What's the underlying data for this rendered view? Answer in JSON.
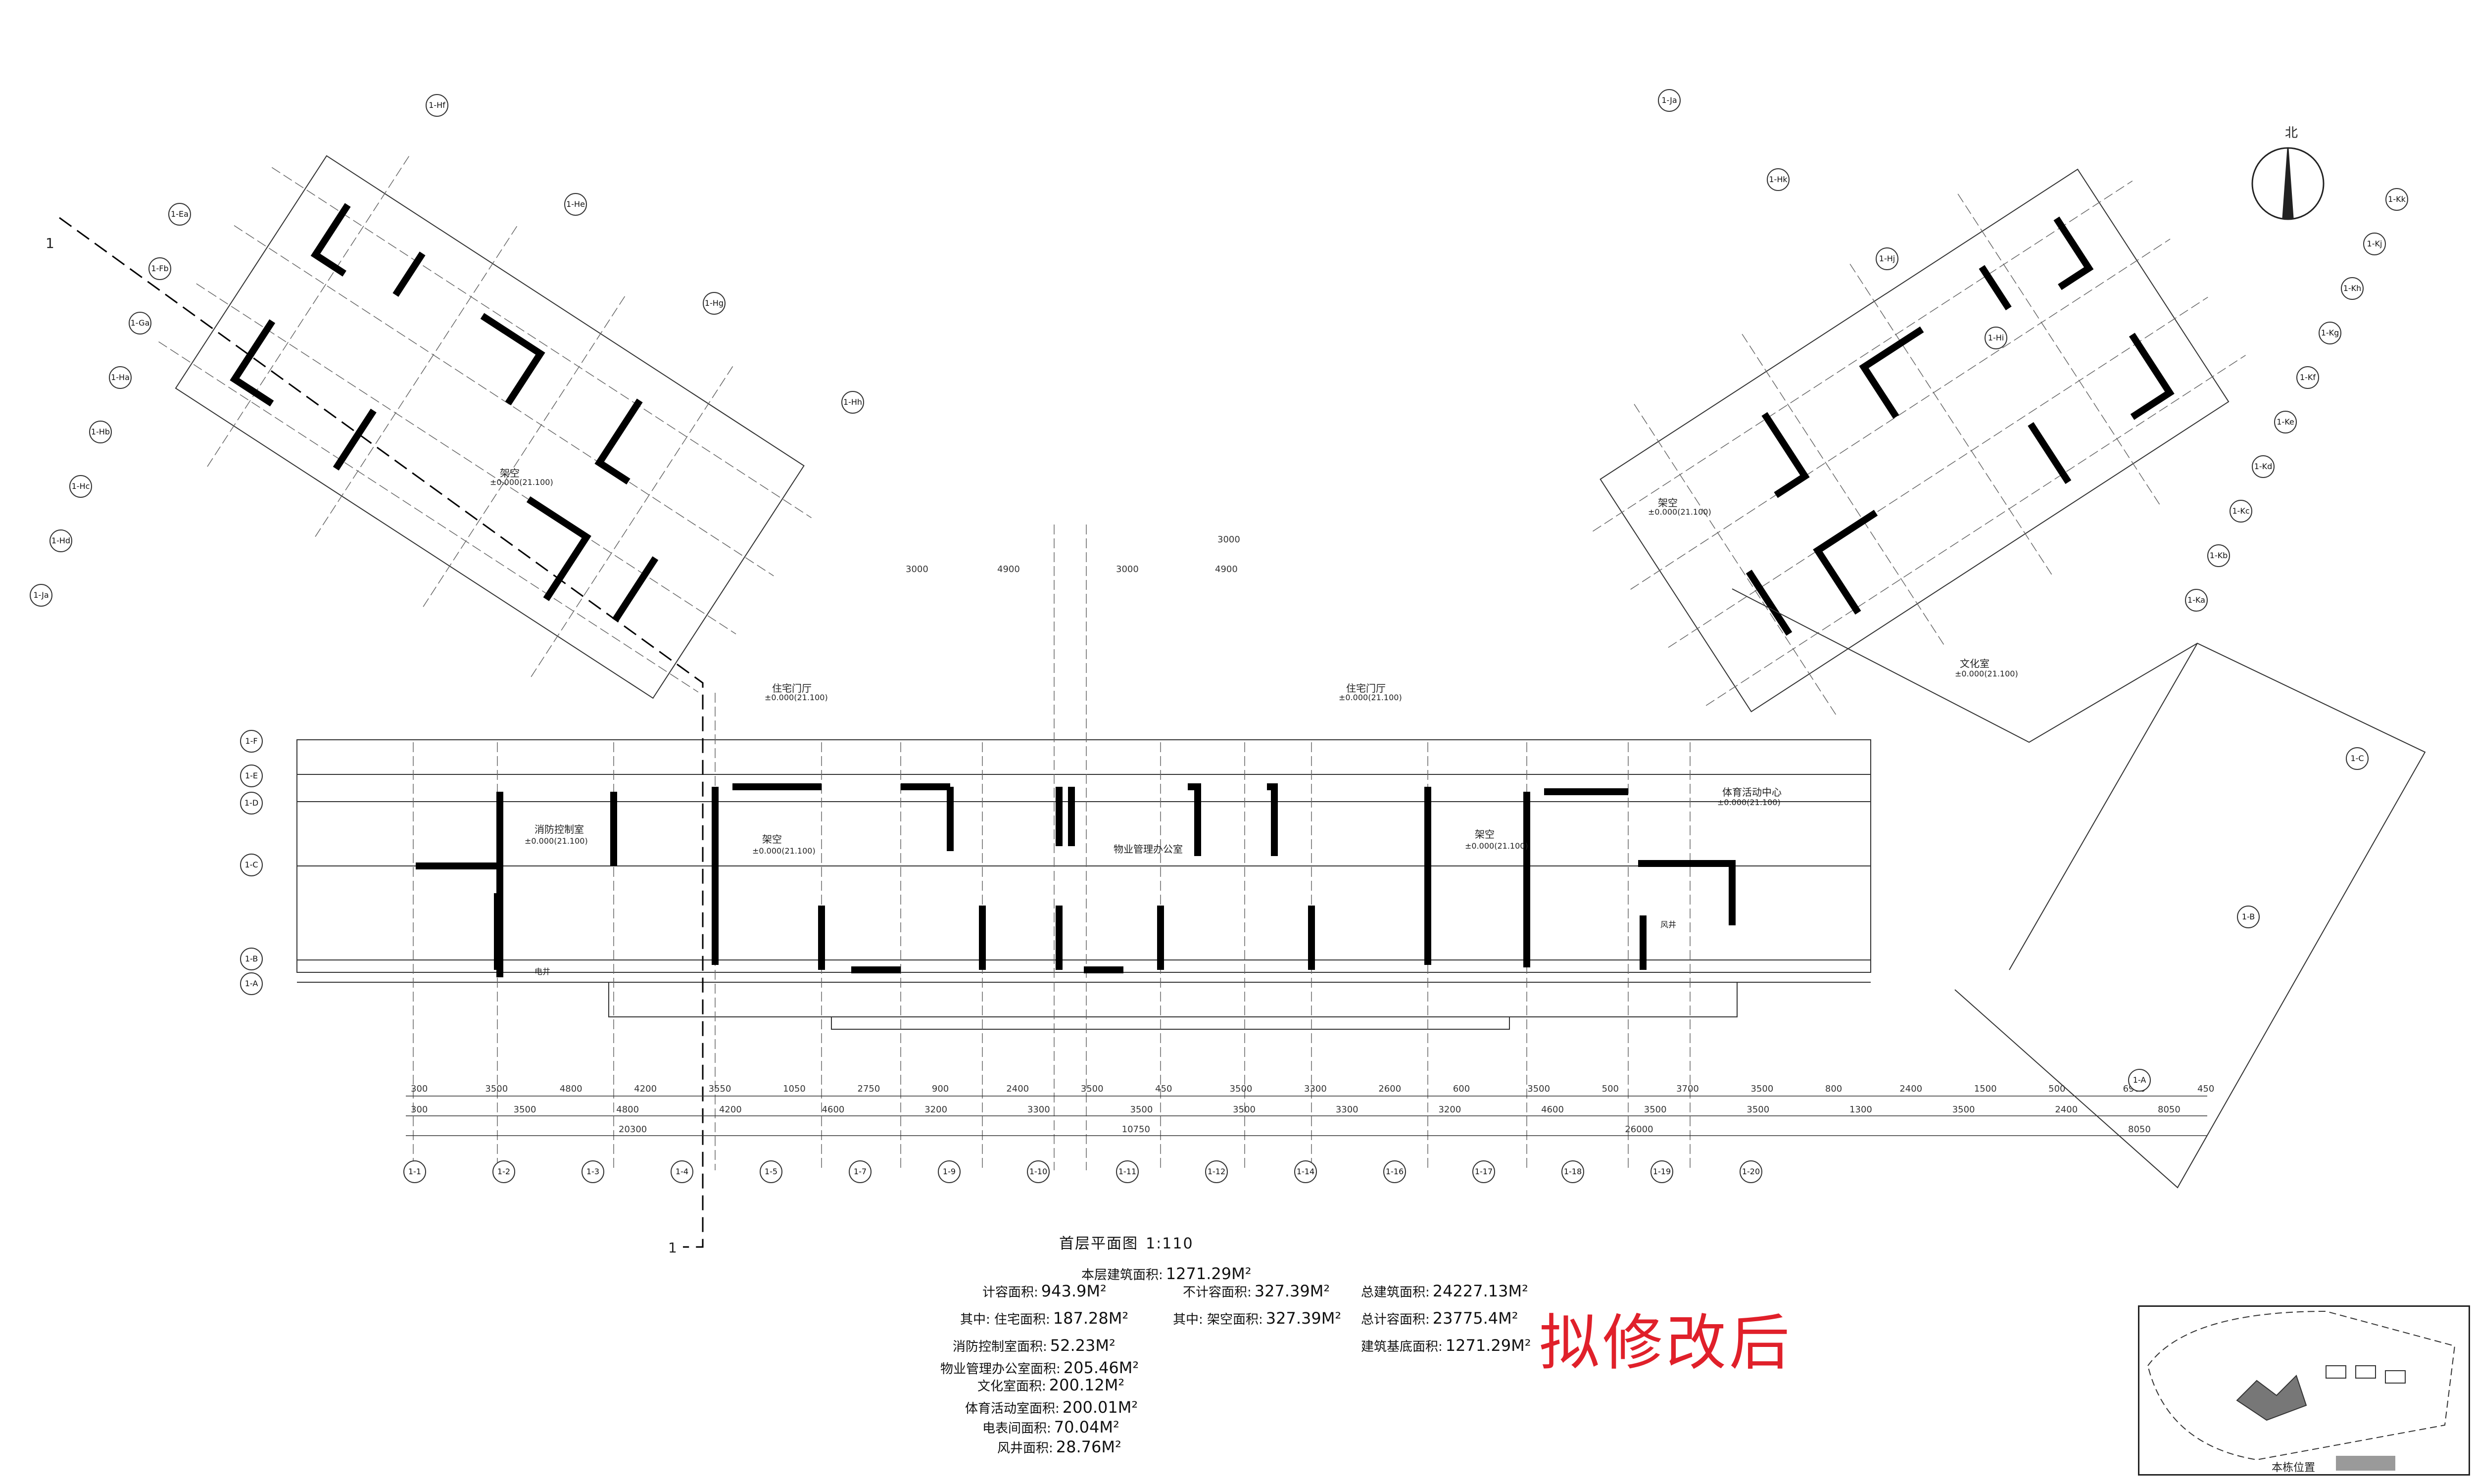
{
  "drawing": {
    "title": "首层平面图",
    "scale": "1:110",
    "stamp": "拟修改后",
    "north_label": "北",
    "section_marker": "1",
    "keyplan_label": "本栋位置"
  },
  "areas": [
    {
      "label": "本层建筑面积:",
      "value": "1271.29M²"
    },
    {
      "label": "计容面积:",
      "value": "943.9M²"
    },
    {
      "label": "不计容面积:",
      "value": "327.39M²"
    },
    {
      "label": "总建筑面积:",
      "value": "24227.13M²"
    },
    {
      "label": "其中: 住宅面积:",
      "value": "187.28M²"
    },
    {
      "label": "其中: 架空面积:",
      "value": "327.39M²"
    },
    {
      "label": "总计容面积:",
      "value": "23775.4M²"
    },
    {
      "label": "消防控制室面积:",
      "value": "52.23M²"
    },
    {
      "label": "建筑基底面积:",
      "value": "1271.29M²"
    },
    {
      "label": "物业管理办公室面积:",
      "value": "205.46M²"
    },
    {
      "label": "文化室面积:",
      "value": "200.12M²"
    },
    {
      "label": "体育活动室面积:",
      "value": "200.01M²"
    },
    {
      "label": "电表间面积:",
      "value": "70.04M²"
    },
    {
      "label": "风井面积:",
      "value": "28.76M²"
    }
  ],
  "rooms": [
    {
      "name": "消防控制室",
      "elev": "±0.000(21.100)"
    },
    {
      "name": "架空",
      "elev": "±0.000(21.100)"
    },
    {
      "name": "物业管理办公室",
      "elev": ""
    },
    {
      "name": "架空",
      "elev": "±0.000(21.100)"
    },
    {
      "name": "体育活动中心",
      "elev": "±0.000(21.100)"
    },
    {
      "name": "文化室",
      "elev": "±0.000(21.100)"
    },
    {
      "name": "住宅门厅",
      "elev": "±0.000(21.100)"
    },
    {
      "name": "住宅门厅",
      "elev": "±0.000(21.100)"
    },
    {
      "name": "架空",
      "elev": "±0.000(21.100)"
    },
    {
      "name": "架空",
      "elev": "±0.000(21.100)"
    },
    {
      "name": "电井",
      "elev": ""
    },
    {
      "name": "风井",
      "elev": ""
    }
  ],
  "dimensions": {
    "row1": [
      "300",
      "3500",
      "4800",
      "4200",
      "3550",
      "1050",
      "2750",
      "900",
      "2400",
      "3500",
      "450",
      "3500",
      "3300",
      "2600",
      "600",
      "3500",
      "500",
      "3700",
      "3500",
      "800",
      "2400",
      "1500",
      "500",
      "6900",
      "450"
    ],
    "row2": [
      "300",
      "3500",
      "4800",
      "4200",
      "4600",
      "3200",
      "3300",
      "3500",
      "3500",
      "3300",
      "3200",
      "4600",
      "3500",
      "3500",
      "1300",
      "3500",
      "2400",
      "8050"
    ],
    "row3": [
      "20300",
      "10750",
      "26000",
      "8050"
    ]
  },
  "grid_labels_bottom": [
    "1-1",
    "1-2",
    "1-3",
    "1-4",
    "1-5",
    "1-7",
    "1-9",
    "1-10",
    "1-11",
    "1-12",
    "1-14",
    "1-16",
    "1-17",
    "1-18",
    "1-19",
    "1-20"
  ],
  "grid_labels_left": [
    "1-F",
    "1-E",
    "1-D",
    "1-C",
    "1-B",
    "1-A"
  ],
  "grid_labels_right": [
    "1-C",
    "1-B",
    "1-A"
  ],
  "grid_labels_wing_left": [
    "1-Ja",
    "1-Hd",
    "1-Hc",
    "1-Hb",
    "1-Ha",
    "1-Ga",
    "1-Fb",
    "1-Ea",
    "1-Hf",
    "1-He",
    "1-Hg",
    "1-Hh"
  ],
  "grid_labels_wing_right": [
    "1-Kk",
    "1-Kj",
    "1-Kh",
    "1-Kg",
    "1-Kf",
    "1-Ke",
    "1-Kd",
    "1-Kc",
    "1-Kb",
    "1-Ka",
    "1-Ja",
    "1-Hk",
    "1-Hj",
    "1-Hi"
  ],
  "top_dims": [
    "3000",
    "4900",
    "3000",
    "4900",
    "3000"
  ],
  "colors": {
    "wall": "#000000",
    "line": "#333333",
    "stamp": "#e0202a",
    "swatch": "#9a9a9a"
  }
}
